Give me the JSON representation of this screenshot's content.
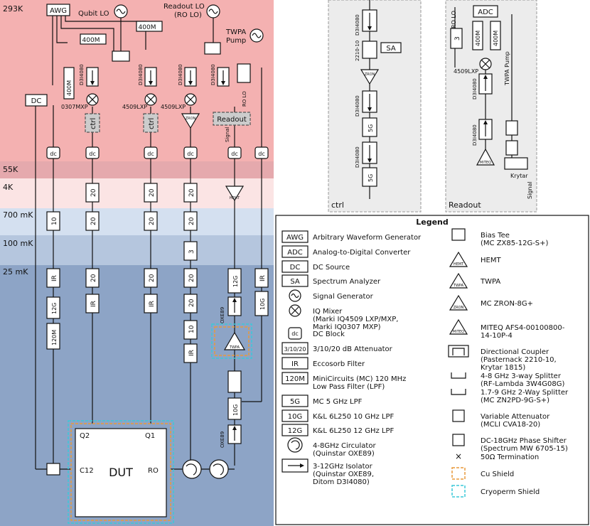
{
  "stages": [
    "293K",
    "55K",
    "4K",
    "700 mK",
    "100 mK",
    "25 mK"
  ],
  "top": {
    "awg": "AWG",
    "qubit_lo": "Qubit LO",
    "readout_lo": "Readout LO",
    "readout_lo2": "(RO LO)",
    "twpa_pump": "TWPA",
    "twpa_pump2": "Pump",
    "dc": "DC",
    "lpf400": "400M",
    "mixer1": "0307MXP",
    "mixer2": "4509LXP",
    "mixer3": "4509LXP",
    "iso": "D3I4080",
    "ctrl": "ctrl",
    "readout": "Readout",
    "zron": "ZRON",
    "signal": "Signal",
    "rolo": "RO LO",
    "twpa_pump_v": "TWPA Pump",
    "hemt": "HEMT",
    "twpa": "TWPA"
  },
  "att": {
    "a20": "20",
    "a10": "10",
    "a3": "3",
    "ir": "IR",
    "l12g": "12G",
    "l10g": "10G",
    "l5g": "5G",
    "l120m": "120M",
    "oxe89": "OXE89"
  },
  "dut": {
    "label": "DUT",
    "q2": "Q2",
    "q1": "Q1",
    "c12": "C12",
    "ro": "RO"
  },
  "inset_ctrl": {
    "title": "ctrl",
    "coupler": "2210-10",
    "sa": "SA",
    "zron": "ZRON",
    "iso1": "D3I4080",
    "iso2": "D3I4080",
    "lpf": "5G"
  },
  "inset_readout": {
    "title": "Readout",
    "adc": "ADC",
    "rolo": "RO LO",
    "att3": "3",
    "lpf": "400M",
    "mixer": "4509LXP",
    "iso1": "D3I4080",
    "iso2": "D3I4080",
    "pump": "TWPA Pump",
    "miteq": "MITEQ",
    "krytar": "Krytar",
    "signal": "Signal"
  },
  "legend": {
    "title": "Legend",
    "left": [
      {
        "sym": "AWG",
        "text": "Arbitrary Waveform Generator"
      },
      {
        "sym": "ADC",
        "text": "Analog-to-Digital Converter"
      },
      {
        "sym": "DC",
        "text": "DC Source"
      },
      {
        "sym": "SA",
        "text": "Spectrum Analyzer"
      },
      {
        "sym": "sig",
        "text": "Signal Generator"
      },
      {
        "sym": "mix",
        "text": "IQ Mixer",
        "text2": "(Marki IQ4509 LXP/MXP,",
        "text3": "Marki IQ0307 MXP)"
      },
      {
        "sym": "dcb",
        "text": "DC Block"
      },
      {
        "sym": "3/10/20",
        "text": "3/10/20 dB Attenuator"
      },
      {
        "sym": "IR",
        "text": "Eccosorb Filter"
      },
      {
        "sym": "120M",
        "text": "MiniCircuits (MC) 120 MHz",
        "text2": "Low Pass Filter (LPF)"
      },
      {
        "sym": "5G",
        "text": "MC 5 GHz LPF"
      },
      {
        "sym": "10G",
        "text": "K&L 6L250 10 GHz LPF"
      },
      {
        "sym": "12G",
        "text": "K&L 6L250 12 GHz LPF"
      },
      {
        "sym": "circ",
        "text": "4-8GHz Circulator",
        "text2": "(Quinstar OXE89)"
      },
      {
        "sym": "iso",
        "text": "3-12GHz Isolator",
        "text2": "(Quinstar OXE89,",
        "text3": "Ditom D3I4080)"
      }
    ],
    "right": [
      {
        "sym": "bt",
        "text": "Bias Tee",
        "text2": "(MC ZX85-12G-S+)"
      },
      {
        "sym": "HEMT",
        "text": "HEMT"
      },
      {
        "sym": "TWPA",
        "text": "TWPA"
      },
      {
        "sym": "ZRON",
        "text": "MC ZRON-8G+"
      },
      {
        "sym": "MITEQ",
        "text": "MITEQ AFS4-00100800-",
        "text2": "14-10P-4"
      },
      {
        "sym": "dc",
        "text": "Directional Coupler",
        "text2": "(Pasternack 2210-10,",
        "text3": "Krytar 1815)"
      },
      {
        "sym": "sp3",
        "text": "4-8 GHz 3-way Splitter",
        "text2": "(RF-Lambda 3W4G08G)"
      },
      {
        "sym": "sp2",
        "text": "1.7-9 GHz 2-Way Splitter",
        "text2": "(MC ZN2PD-9G-S+)"
      },
      {
        "sym": "va",
        "text": "Variable Attenuator",
        "text2": "(MCLI CVA18-20)"
      },
      {
        "sym": "ps",
        "text": "DC-18GHz Phase Shifter",
        "text2": "(Spectrum MW 6705-15)"
      },
      {
        "sym": "x",
        "text": "50Ω Termination"
      },
      {
        "sym": "cu",
        "text": "Cu Shield"
      },
      {
        "sym": "cryo",
        "text": "Cryoperm Shield"
      }
    ]
  }
}
